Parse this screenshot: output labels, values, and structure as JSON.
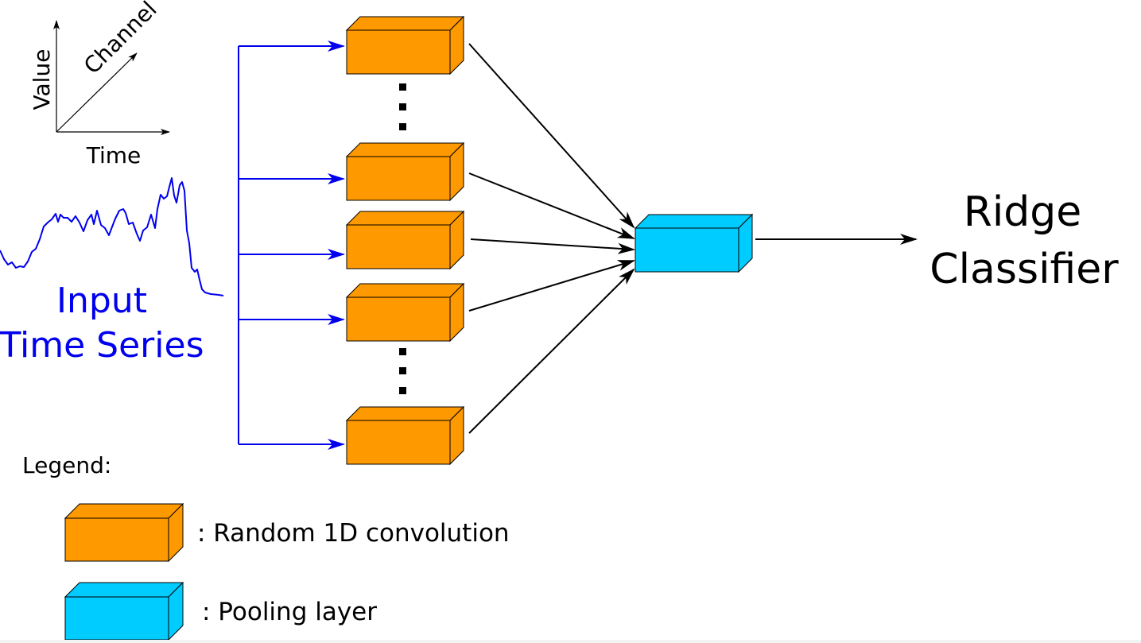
{
  "axes": {
    "value_label": "Value",
    "channel_label": "Channel",
    "time_label": "Time"
  },
  "input": {
    "line1": "Input",
    "line2": "Time Series"
  },
  "output": {
    "line1": "Ridge",
    "line2": "Classifier"
  },
  "legend": {
    "title": "Legend:",
    "items": [
      {
        "label": ": Random 1D convolution",
        "color": "#ff9900"
      },
      {
        "label": ": Pooling layer",
        "color": "#00ccff"
      }
    ]
  },
  "colors": {
    "convolution": "#ff9900",
    "pooling": "#00ccff",
    "input": "#0000ee",
    "arrow": "#000000"
  }
}
